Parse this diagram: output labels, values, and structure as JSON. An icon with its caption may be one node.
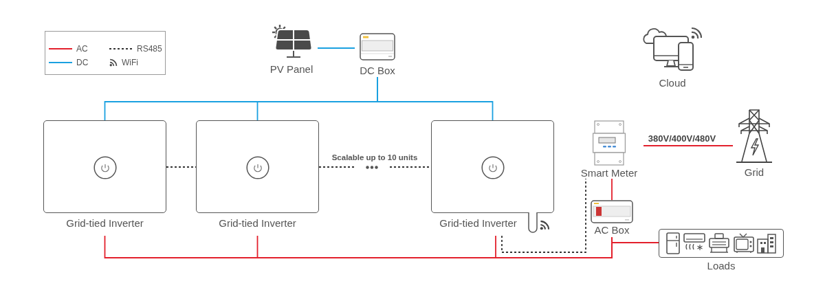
{
  "diagram": {
    "nodes": [
      {
        "text": [
          "PV Panel"
        ]
      },
      {
        "text": [
          "DC Box"
        ]
      },
      {
        "text": [
          "Cloud"
        ]
      },
      {
        "text": [
          "Grid-tied Inverter"
        ]
      },
      {
        "text": [
          "Grid-tied Inverter"
        ]
      },
      {
        "text": [
          "Grid-tied Inverter"
        ]
      },
      {
        "text": [
          "Smart Meter"
        ]
      },
      {
        "text": [
          "Grid"
        ]
      },
      {
        "text": [
          "AC Box"
        ]
      },
      {
        "text": [
          "Loads"
        ]
      }
    ],
    "edges": [
      {
        "from": 0,
        "to": 1,
        "arrow": "none",
        "color": "#1aa0e0"
      },
      {
        "from": 1,
        "to": 3,
        "arrow": "none",
        "color": "#1aa0e0"
      },
      {
        "from": 1,
        "to": 4,
        "arrow": "none",
        "color": "#1aa0e0"
      },
      {
        "from": 1,
        "to": 5,
        "arrow": "none",
        "color": "#1aa0e0"
      },
      {
        "from": 3,
        "to": 4,
        "arrow": "none",
        "style": "dashed",
        "color": "#333333"
      },
      {
        "from": 4,
        "to": 5,
        "arrow": "none",
        "style": "dashed",
        "color": "#333333",
        "label": "Scalable up to 10 units"
      },
      {
        "from": 5,
        "to": 6,
        "arrow": "none",
        "style": "dashed",
        "color": "#333333"
      },
      {
        "from": 3,
        "to": 8,
        "arrow": "none"
      },
      {
        "from": 4,
        "to": 8,
        "arrow": "none"
      },
      {
        "from": 5,
        "to": 8,
        "arrow": "none"
      },
      {
        "from": 8,
        "to": 6,
        "arrow": "none"
      },
      {
        "from": 6,
        "to": 7,
        "arrow": "none",
        "label": "380V/400V/480V"
      },
      {
        "from": 8,
        "to": 9,
        "arrow": "none"
      }
    ],
    "legend": [
      {
        "text": "AC"
      },
      {
        "text": "RS485"
      },
      {
        "text": "DC"
      },
      {
        "text": "WiFi"
      }
    ]
  }
}
